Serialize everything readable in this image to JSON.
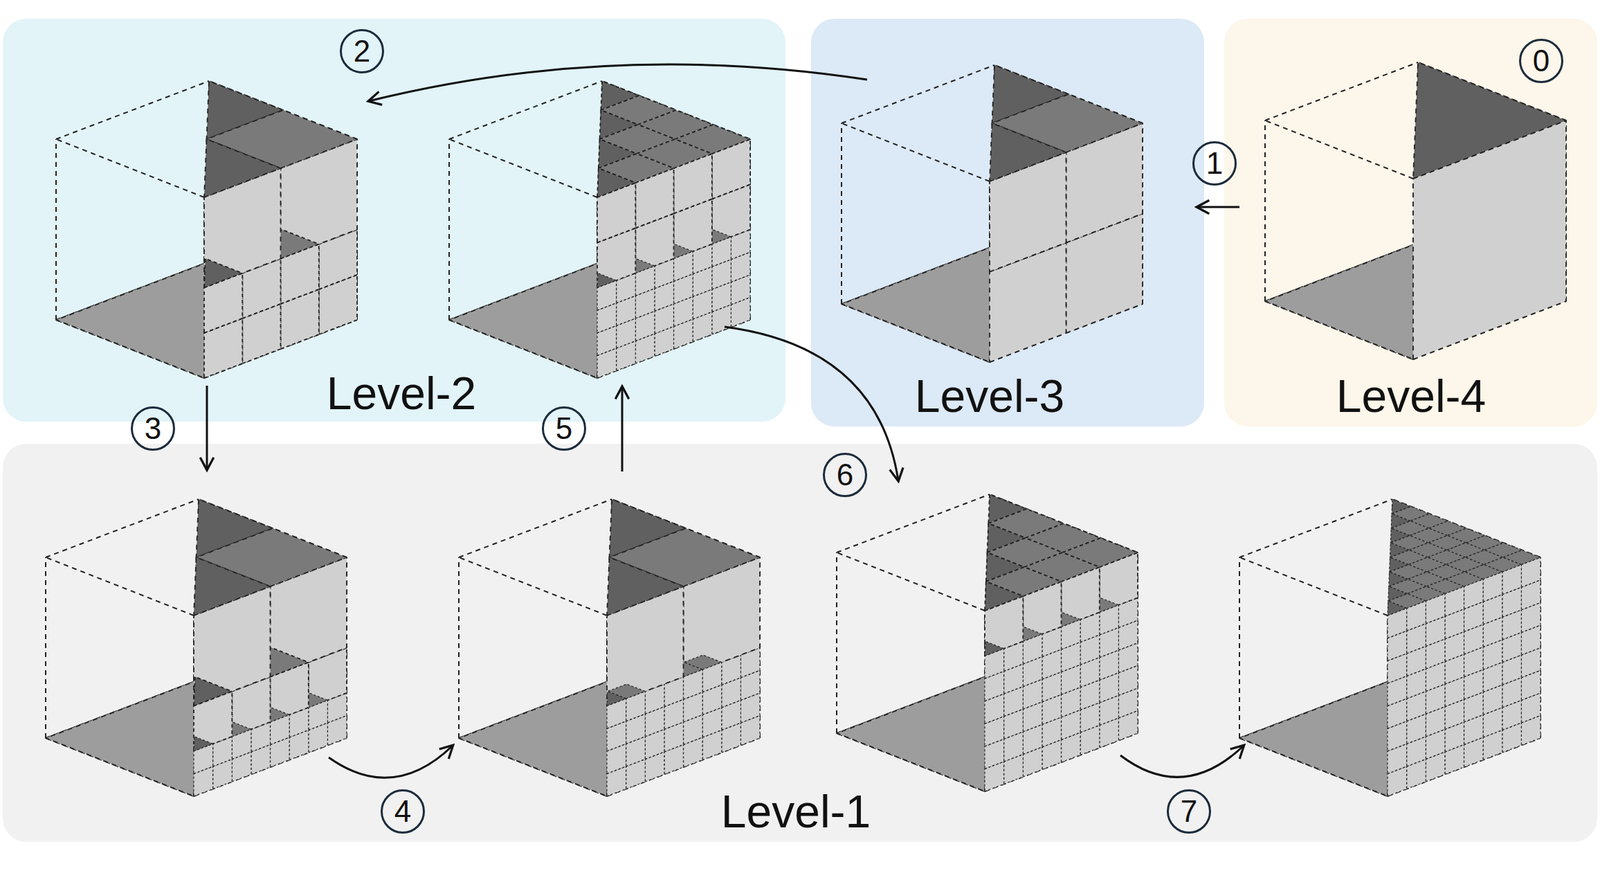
{
  "diagram": {
    "nodes": [
      {
        "text": [
          "Level-2"
        ]
      },
      {
        "text": [
          "Level-3"
        ]
      },
      {
        "text": [
          "Level-4"
        ]
      },
      {
        "text": [
          "Level-1"
        ]
      }
    ],
    "labels": [
      "2",
      "0",
      "1",
      "3",
      "5",
      "6",
      "4",
      "7"
    ]
  }
}
